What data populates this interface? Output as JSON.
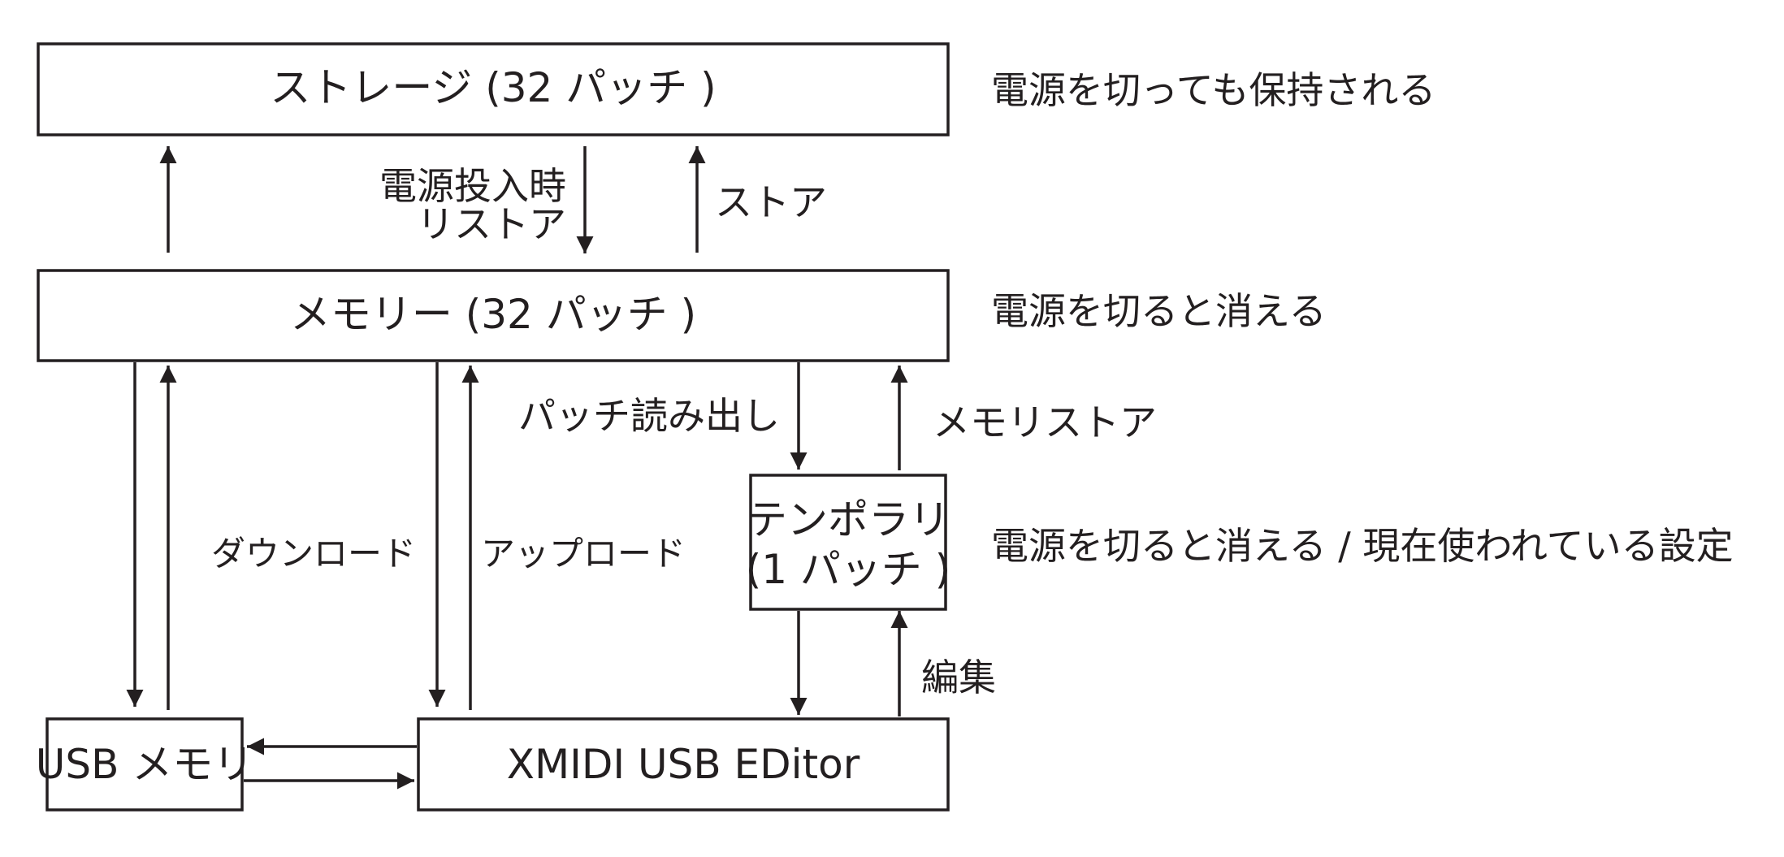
{
  "boxes": {
    "storage": "ストレージ (32 パッチ )",
    "memory": "メモリー (32 パッチ )",
    "temporary_line1": "テンポラリ",
    "temporary_line2": "(1 パッチ )",
    "usb_memory": "USB メモリ",
    "editor": "XMIDI USB EDitor"
  },
  "notes": {
    "storage": "電源を切っても保持される",
    "memory": "電源を切ると消える",
    "temporary": "電源を切ると消える / 現在使われている設定"
  },
  "arrow_labels": {
    "power_on_line1": "電源投入時",
    "power_on_line2": "リストア",
    "store": "ストア",
    "patch_read": "パッチ読み出し",
    "memory_restore": "メモリストア",
    "download": "ダウンロード",
    "upload": "アップロード",
    "edit": "編集"
  }
}
